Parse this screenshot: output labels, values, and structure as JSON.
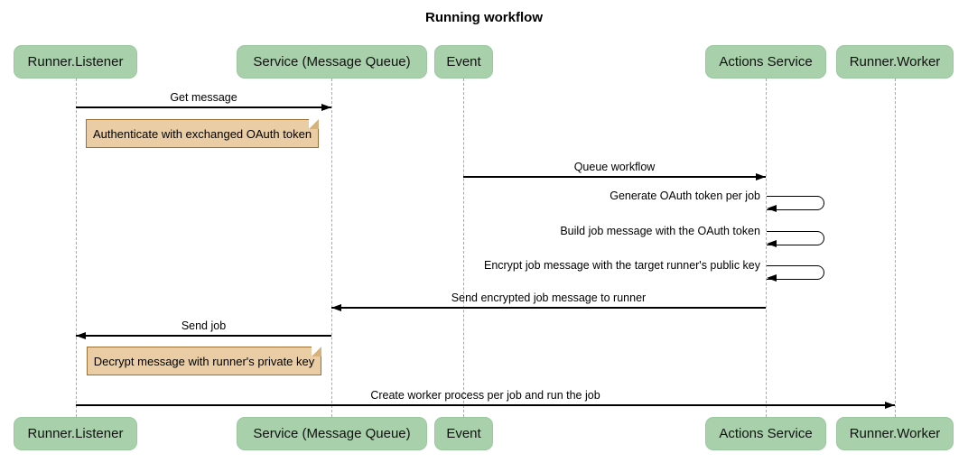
{
  "title": "Running workflow",
  "actors": [
    {
      "label": "Runner.Listener"
    },
    {
      "label": "Service (Message Queue)"
    },
    {
      "label": "Event"
    },
    {
      "label": "Actions Service"
    },
    {
      "label": "Runner.Worker"
    }
  ],
  "messages": [
    {
      "label": "Get message",
      "from": "Runner.Listener",
      "to": "Service (Message Queue)",
      "direction": "right"
    },
    {
      "label": "Queue workflow",
      "from": "Event",
      "to": "Actions Service",
      "direction": "right"
    },
    {
      "label": "Generate OAuth token per job",
      "from": "Actions Service",
      "to": "Actions Service",
      "direction": "self"
    },
    {
      "label": "Build job message with the OAuth token",
      "from": "Actions Service",
      "to": "Actions Service",
      "direction": "self"
    },
    {
      "label": "Encrypt job message with the target runner's public key",
      "from": "Actions Service",
      "to": "Actions Service",
      "direction": "self"
    },
    {
      "label": "Send encrypted job message to runner",
      "from": "Actions Service",
      "to": "Service (Message Queue)",
      "direction": "left"
    },
    {
      "label": "Send job",
      "from": "Service (Message Queue)",
      "to": "Runner.Listener",
      "direction": "left"
    },
    {
      "label": "Create worker process per job and run the job",
      "from": "Runner.Listener",
      "to": "Runner.Worker",
      "direction": "right"
    }
  ],
  "notes": [
    {
      "text": "Authenticate with exchanged OAuth token",
      "anchor": "Runner.Listener"
    },
    {
      "text": "Decrypt message with runner's private key",
      "anchor": "Runner.Listener"
    }
  ],
  "colors": {
    "actor_fill": "#a8d1ab",
    "actor_border": "#9bc7a0",
    "note_fill": "#eacda5",
    "note_border": "#9a7033",
    "lifeline": "#a9a9a9",
    "arrow": "#000000",
    "background": "#ffffff"
  }
}
